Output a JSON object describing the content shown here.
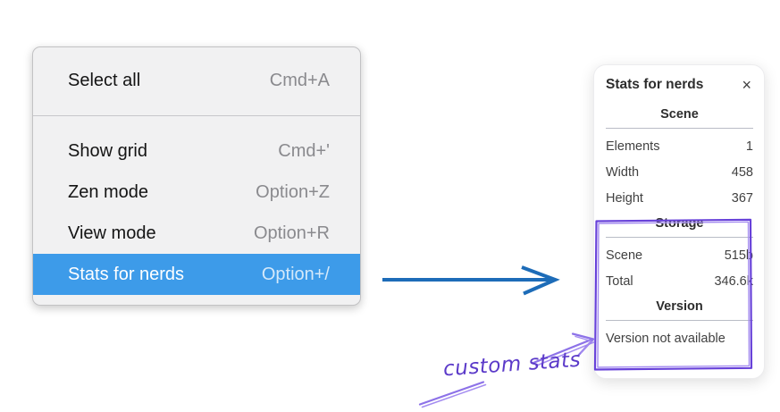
{
  "context_menu": {
    "highlight_color": "#3d9be9",
    "sections": [
      {
        "items": [
          {
            "label": "Select all",
            "shortcut": "Cmd+A"
          }
        ]
      },
      {
        "items": [
          {
            "label": "Show grid",
            "shortcut": "Cmd+'"
          },
          {
            "label": "Zen mode",
            "shortcut": "Option+Z"
          },
          {
            "label": "View mode",
            "shortcut": "Option+R"
          },
          {
            "label": "Stats for nerds",
            "shortcut": "Option+/"
          }
        ]
      }
    ]
  },
  "stats_panel": {
    "title": "Stats for nerds",
    "close_icon": "×",
    "scene_section": {
      "heading": "Scene",
      "rows": [
        {
          "label": "Elements",
          "value": "1"
        },
        {
          "label": "Width",
          "value": "458"
        },
        {
          "label": "Height",
          "value": "367"
        }
      ]
    },
    "storage_section": {
      "heading": "Storage",
      "rows": [
        {
          "label": "Scene",
          "value": "515b"
        },
        {
          "label": "Total",
          "value": "346.6k"
        }
      ]
    },
    "version_section": {
      "heading": "Version",
      "note": "Version not available"
    }
  },
  "annotation": {
    "label": "custom stats",
    "text_color": "#5b3ac9",
    "box_color": "#6741d9",
    "arrow_color": "#8d72e8",
    "arrow_light_color": "#a48cf0",
    "pointer_arrow_color": "#1d6cb8"
  }
}
